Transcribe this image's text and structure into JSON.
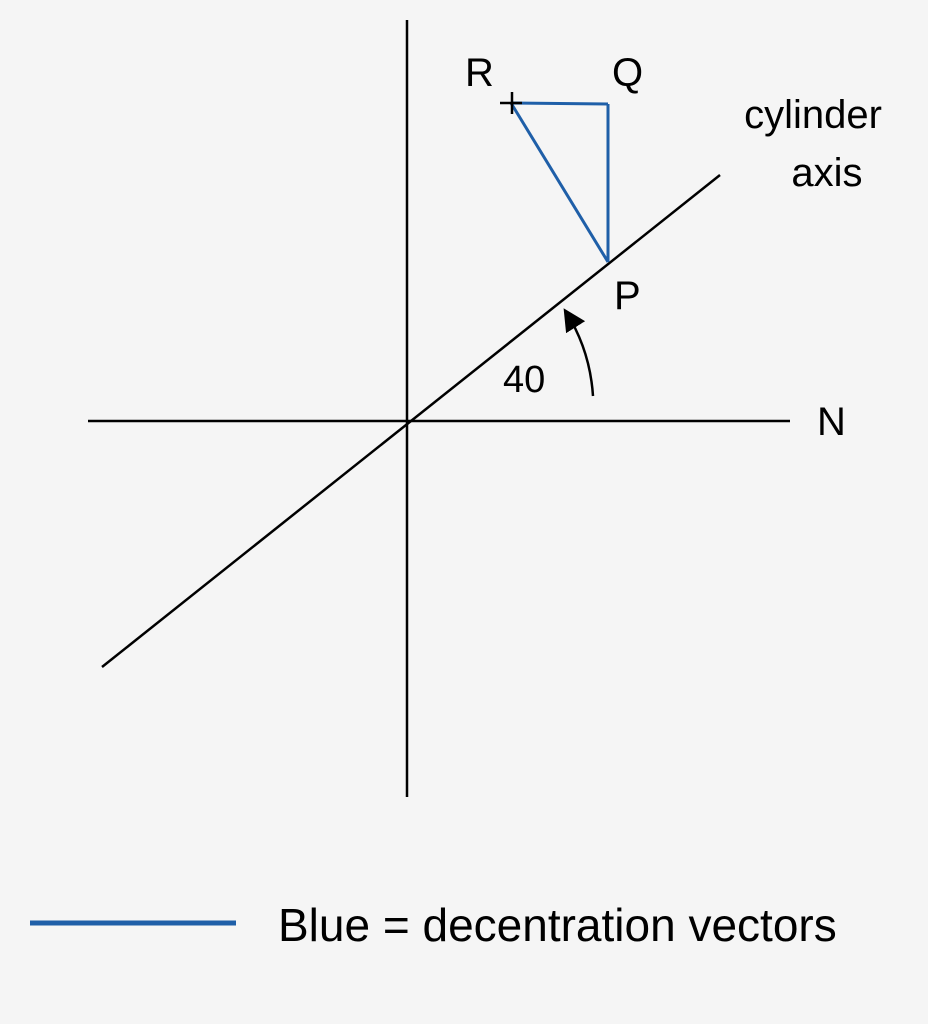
{
  "colors": {
    "background": "#f5f5f5",
    "axis_line": "#000000",
    "decentration_vector": "#1f5fa8"
  },
  "labels": {
    "point_r": "R",
    "point_q": "Q",
    "point_p": "P",
    "north": "N",
    "cylinder_axis_line1": "cylinder",
    "cylinder_axis_line2": "axis",
    "angle_value": "40"
  },
  "legend": {
    "text": "Blue = decentration vectors"
  }
}
